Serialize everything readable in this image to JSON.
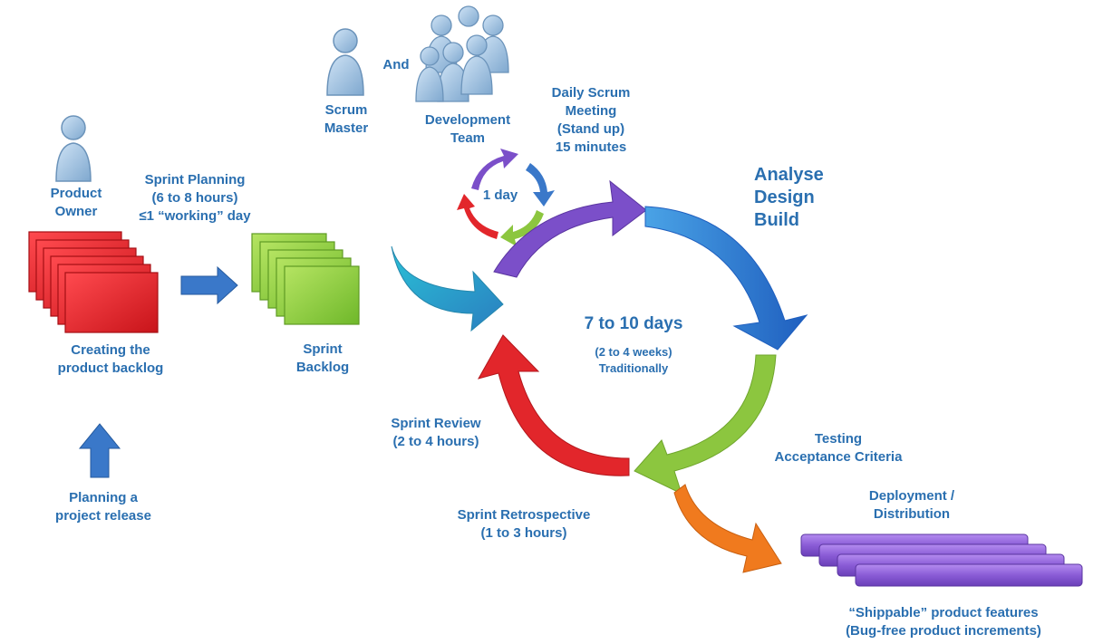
{
  "roles": {
    "product_owner": [
      "Product",
      "Owner"
    ],
    "scrum_master": [
      "Scrum",
      "Master"
    ],
    "connector": "And",
    "development_team": [
      "Development",
      "Team"
    ]
  },
  "sprint_planning": [
    "Sprint Planning",
    "(6 to 8 hours)",
    "≤1 “working” day"
  ],
  "product_backlog": [
    "Creating the",
    "product backlog"
  ],
  "release_planning": [
    "Planning a",
    "project release"
  ],
  "sprint_backlog": [
    "Sprint",
    "Backlog"
  ],
  "daily_scrum": {
    "title": [
      "Daily Scrum",
      "Meeting",
      "(Stand up)",
      "15 minutes"
    ],
    "cycle": "1 day"
  },
  "analyse": [
    "Analyse",
    "Design",
    "Build"
  ],
  "sprint_center": {
    "duration": "7 to 10 days",
    "traditional": [
      "(2 to 4 weeks)",
      "Traditionally"
    ]
  },
  "sprint_review": [
    "Sprint Review",
    "(2 to 4 hours)"
  ],
  "testing": [
    "Testing",
    "Acceptance Criteria"
  ],
  "retrospective": [
    "Sprint Retrospective",
    "(1 to 3 hours)"
  ],
  "deployment": [
    "Deployment /",
    "Distribution"
  ],
  "shippable": [
    "“Shippable” product features",
    "(Bug-free product increments)"
  ],
  "colors": {
    "text": "#2a6fb0",
    "backlog_red": "#e0252b",
    "sprint_green": "#8ccf3a",
    "feature_purple": "#8a5cd6",
    "arrow_purple": "#7b4fc9",
    "arrow_blue": "#2e6fd0",
    "arrow_green": "#8cc63f",
    "arrow_red": "#e2262b",
    "arrow_teal": "#29a9c8",
    "arrow_orange": "#f07a1e",
    "small_arrow_blue": "#3a78c9"
  }
}
